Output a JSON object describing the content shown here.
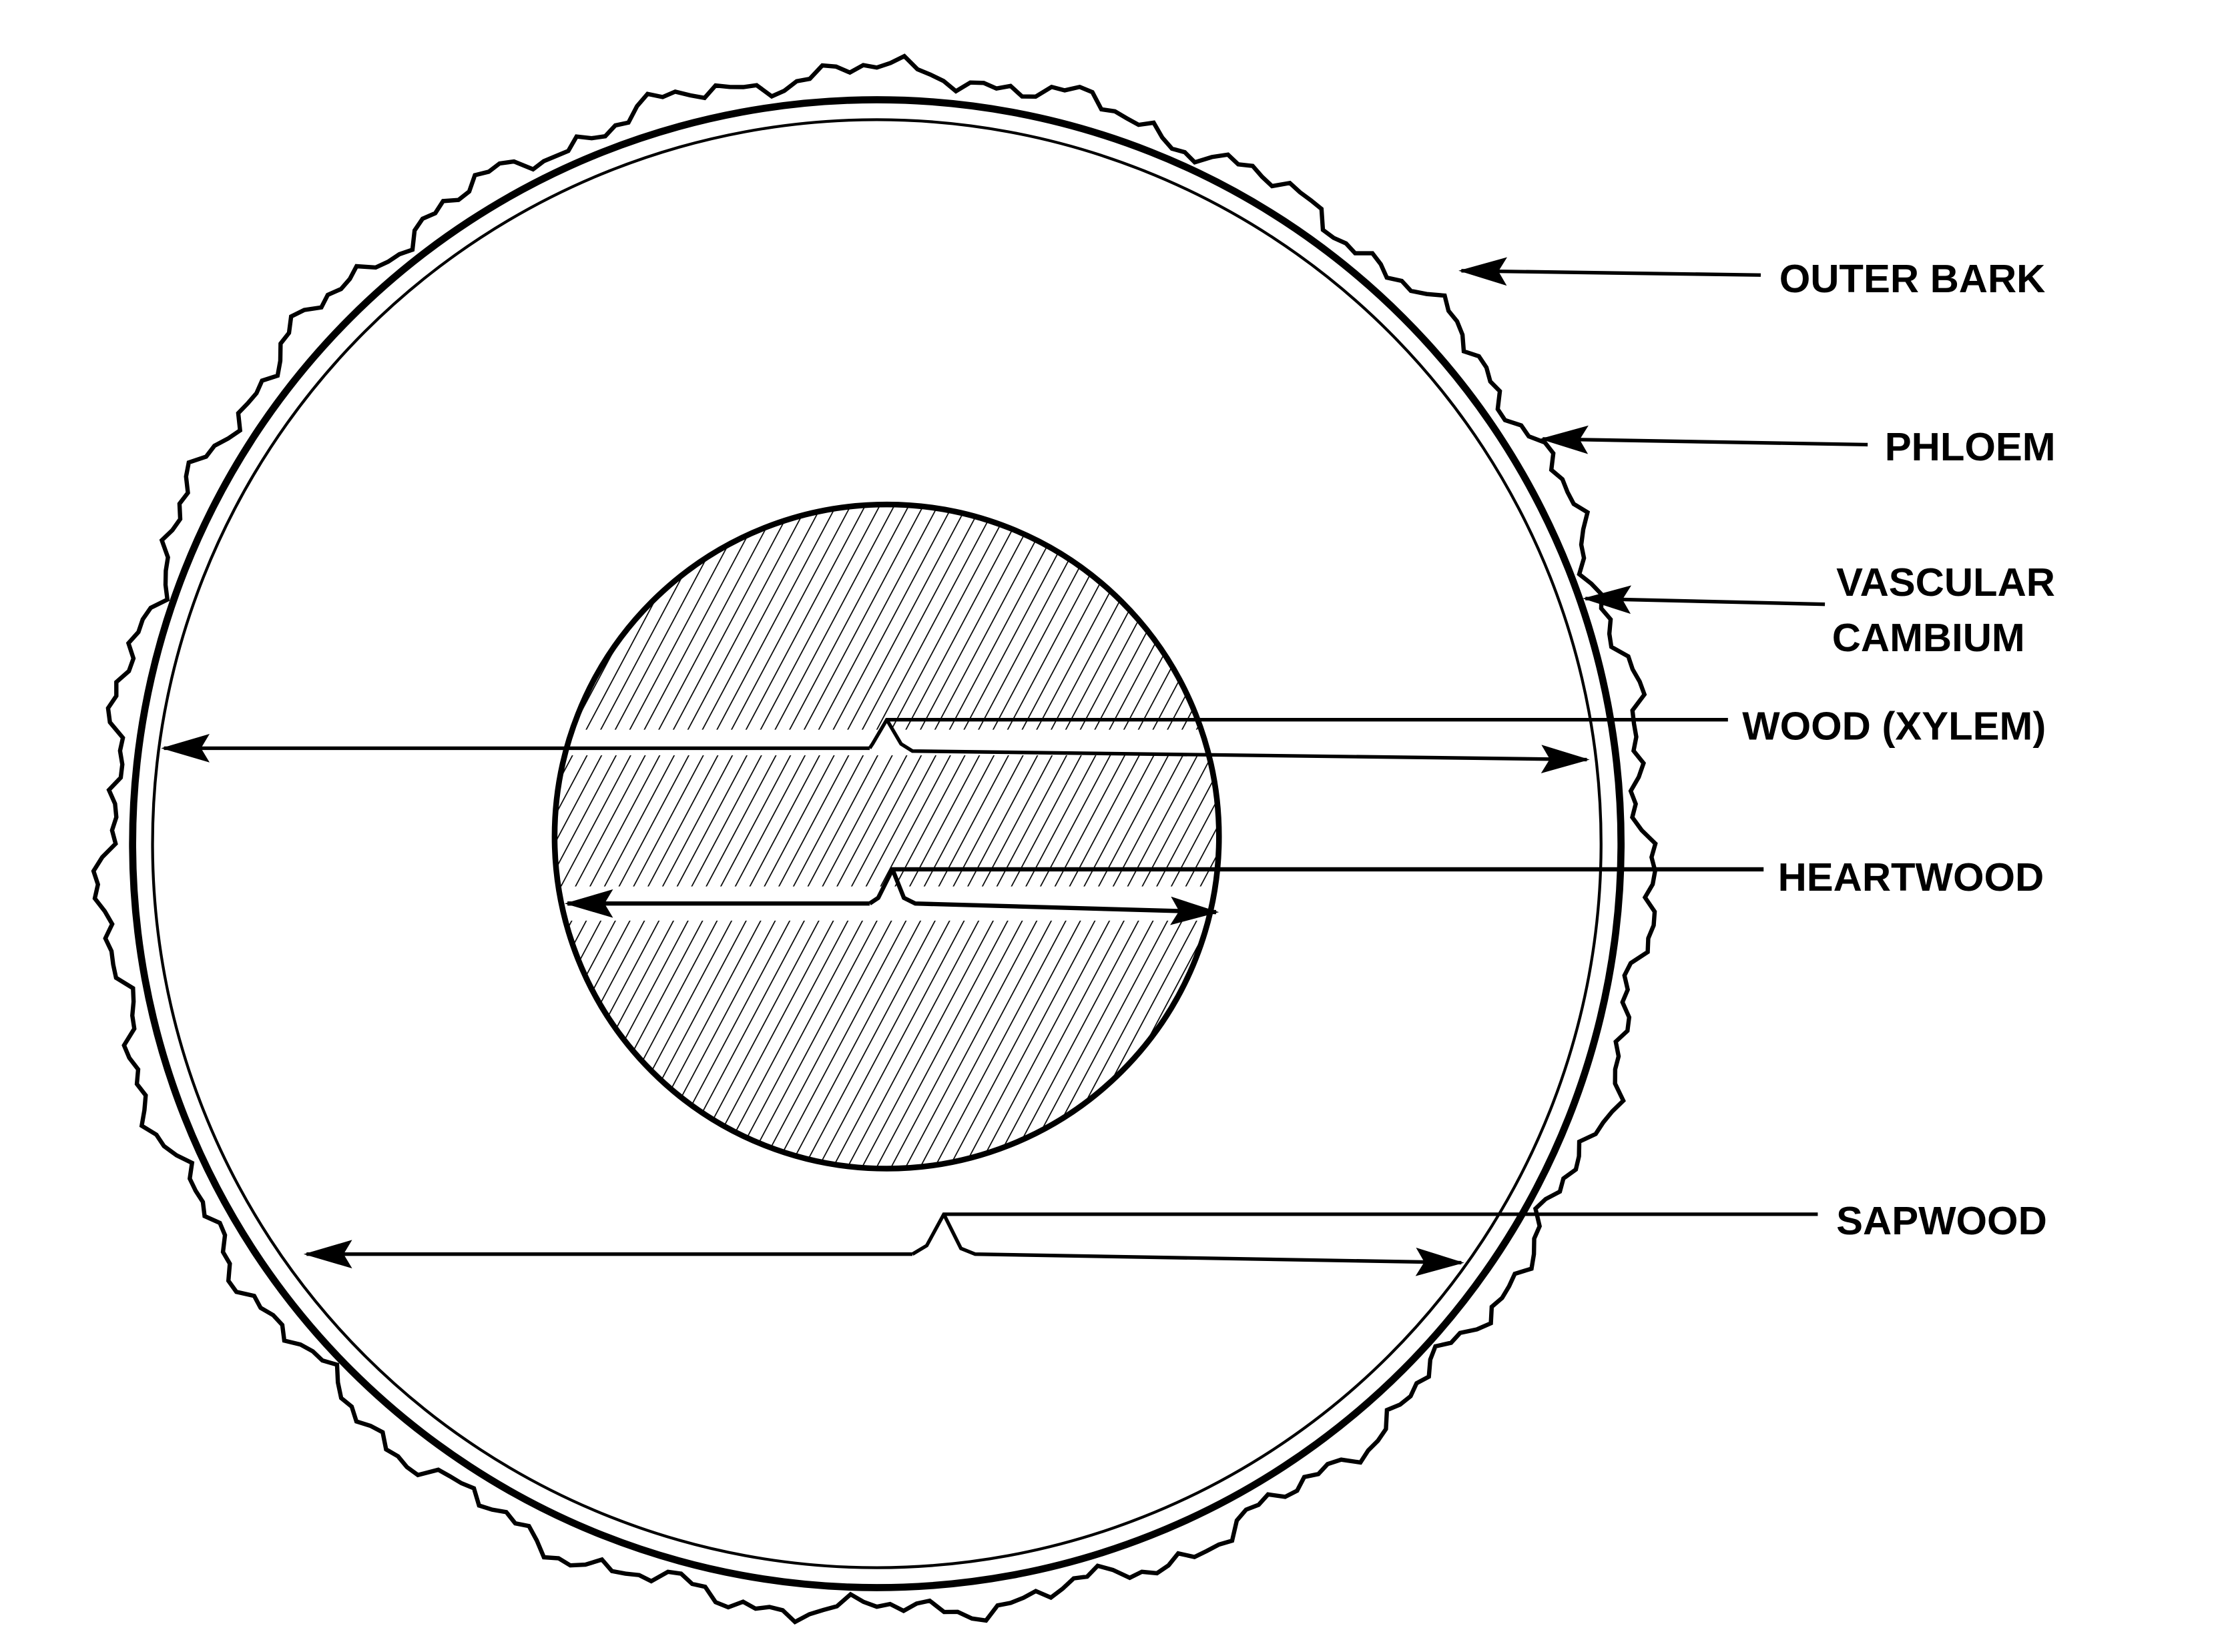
{
  "diagram": {
    "labels": {
      "outer_bark": "OUTER BARK",
      "phloem": "PHLOEM",
      "vascular_cambium_line1": "VASCULAR",
      "vascular_cambium_line2": "CAMBIUM",
      "wood": "WOOD (XYLEM)",
      "heartwood": "HEARTWOOD",
      "sapwood": "SAPWOOD"
    }
  }
}
